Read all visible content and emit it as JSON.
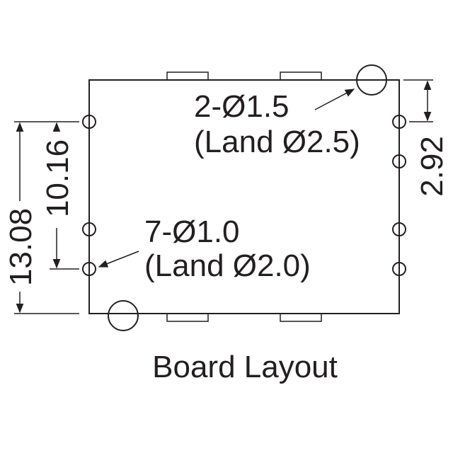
{
  "title": "Board Layout",
  "large_holes": {
    "callout_line1": "2-Ø1.5",
    "callout_line2": "(Land Ø2.5)"
  },
  "small_holes": {
    "callout_line1": "7-Ø1.0",
    "callout_line2": "(Land Ø2.0)"
  },
  "dimensions": {
    "overall_pitch": "13.08",
    "inner_pitch": "10.16",
    "top_offset": "2.92"
  },
  "colors": {
    "ink": "#231f20",
    "background": "#ffffff"
  }
}
